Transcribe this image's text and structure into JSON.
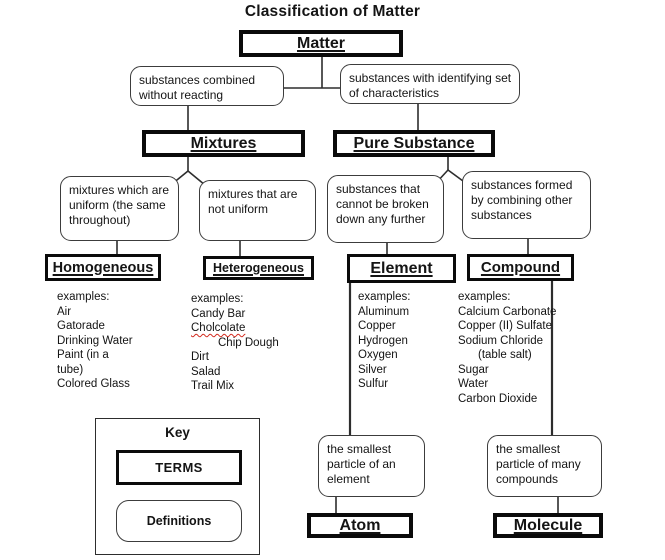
{
  "title": "Classification of Matter",
  "nodes": {
    "matter": "Matter",
    "mixtures": "Mixtures",
    "pure_substance": "Pure Substance",
    "homogeneous": "Homogeneous",
    "heterogeneous": "Heterogeneous",
    "element": "Element",
    "compound": "Compound",
    "atom": "Atom",
    "molecule": "Molecule"
  },
  "definitions": {
    "mixtures": "substances combined without reacting",
    "pure_substance": "substances with identifying set of characteristics",
    "homogeneous": "mixtures which are uniform (the same throughout)",
    "heterogeneous": "mixtures that are not uniform",
    "element": "substances that cannot be broken down any further",
    "compound": "substances formed by combining other substances",
    "atom": "the smallest particle of an element",
    "molecule": "the smallest particle of many compounds"
  },
  "examples_label": "examples:",
  "examples": {
    "homogeneous": [
      "Air",
      "Gatorade",
      "Drinking Water",
      "Paint (in a tube)",
      "Colored Glass"
    ],
    "heterogeneous": [
      "Candy Bar",
      "Cholcolate",
      "Chip Dough",
      "Dirt",
      "Salad",
      "Trail Mix"
    ],
    "element": [
      "Aluminum",
      "Copper",
      "Hydrogen",
      "Oxygen",
      "Silver",
      "Sulfur"
    ],
    "compound": [
      "Calcium Carbonate",
      "Copper (II) Sulfate",
      "Sodium Chloride",
      "(table salt)",
      "Sugar",
      "Water",
      "Carbon Dioxide"
    ]
  },
  "key": {
    "title": "Key",
    "terms": "TERMS",
    "definitions": "Definitions"
  },
  "colors": {
    "line": "#2d2d2d",
    "text": "#141414",
    "misspell_underline": "#d22a1e"
  }
}
